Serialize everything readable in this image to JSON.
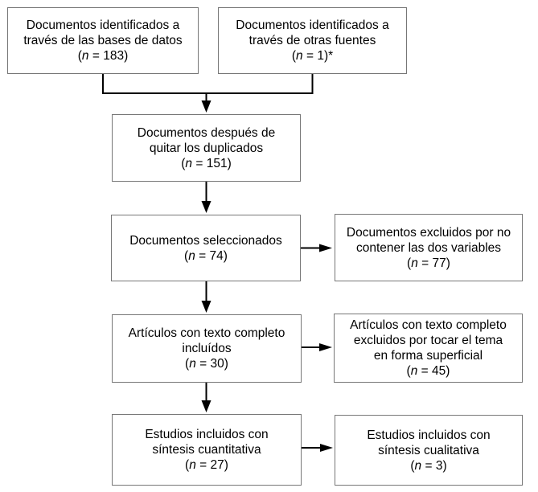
{
  "diagram": {
    "type": "flowchart",
    "language": "es",
    "colors": {
      "background": "#ffffff",
      "box_border": "#777777",
      "box_fill": "#ffffff",
      "text": "#000000",
      "arrow": "#000000"
    },
    "shared": {
      "open": "(",
      "n": "n",
      "eq": " = ",
      "close": ")"
    },
    "boxes": [
      {
        "id": "identified-databases",
        "lines": [
          "Documentos identificados a",
          "través de las bases de datos"
        ],
        "count": "183",
        "suffix": ""
      },
      {
        "id": "identified-other-sources",
        "lines": [
          "Documentos identificados a",
          "través de otras fuentes"
        ],
        "count": "1",
        "suffix": "*"
      },
      {
        "id": "after-duplicates-removed",
        "lines": [
          "Documentos después de",
          "quitar los duplicados"
        ],
        "count": "151",
        "suffix": ""
      },
      {
        "id": "documents-screened",
        "lines": [
          "Documentos seleccionados"
        ],
        "count": "74",
        "suffix": ""
      },
      {
        "id": "excluded-two-variables",
        "lines": [
          "Documentos excluidos por no",
          "contener las dos variables"
        ],
        "count": "77",
        "suffix": ""
      },
      {
        "id": "fulltext-included",
        "lines": [
          "Artículos con texto completo",
          "incluídos"
        ],
        "count": "30",
        "suffix": ""
      },
      {
        "id": "fulltext-excluded",
        "lines": [
          "Artículos con texto completo",
          "excluidos por tocar el tema",
          "en forma superficial"
        ],
        "count": "45",
        "suffix": ""
      },
      {
        "id": "quantitative-synthesis",
        "lines": [
          "Estudios incluidos con",
          "síntesis cuantitativa"
        ],
        "count": "27",
        "suffix": ""
      },
      {
        "id": "qualitative-synthesis",
        "lines": [
          "Estudios incluidos con",
          "síntesis cualitativa"
        ],
        "count": "3",
        "suffix": ""
      }
    ]
  }
}
